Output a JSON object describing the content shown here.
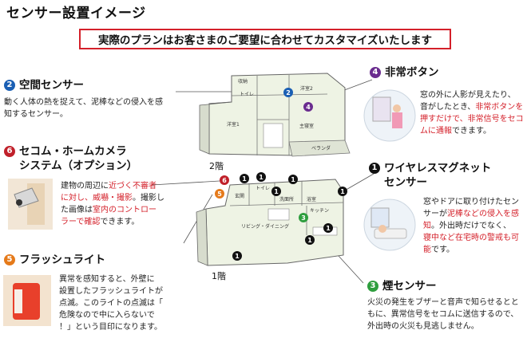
{
  "page_title": "センサー設置イメージ",
  "banner_text": "実際のプランはお客さまのご要望に合わせてカスタマイズいたします",
  "colors": {
    "blue": "#1a5fb4",
    "purple": "#6a2c8f",
    "black": "#111111",
    "green": "#2e9e3e",
    "orange": "#e57a1a",
    "red": "#c0202a",
    "accent_text": "#d4202a"
  },
  "sensors": {
    "s2": {
      "num": "2",
      "title": "空間センサー",
      "desc": [
        "動く人体の熱を捉えて、泥棒などの侵入を感",
        "知するセンサー。"
      ]
    },
    "s6": {
      "num": "6",
      "title_line1": "セコム・ホームカメラ",
      "title_line2": "システム（オプション）",
      "desc": [
        {
          "a": "建物の周辺に",
          "b": "近づく不審者",
          "c": ""
        },
        {
          "a": "",
          "b": "に対し、威嚇・撮影",
          "c": "。撮影し"
        },
        {
          "a": "た画像は",
          "b": "室内のコントロー",
          "c": ""
        },
        {
          "a": "",
          "b": "ラーで確認",
          "c": "できます。"
        }
      ]
    },
    "s5": {
      "num": "5",
      "title": "フラッシュライト",
      "desc": [
        "異常を感知すると、外壁に",
        "設置したフラッシュライトが",
        "点滅。このライトの点滅は「",
        "危険なので中に入らないで",
        "！」という目印になります。"
      ]
    },
    "s4": {
      "num": "4",
      "title": "非常ボタン",
      "desc": [
        {
          "a": "窓の外に人影が見えたり、",
          "b": "",
          "c": ""
        },
        {
          "a": "音がしたとき、",
          "b": "非常ボタンを",
          "c": ""
        },
        {
          "a": "",
          "b": "押すだけで、非常信号をセコ",
          "c": ""
        },
        {
          "a": "",
          "b": "ムに通報",
          "c": "できます。"
        }
      ]
    },
    "s1": {
      "num": "1",
      "title_line1": "ワイヤレスマグネット",
      "title_line2": "センサー",
      "desc": [
        {
          "a": "窓やドアに取り付けたセン",
          "b": "",
          "c": ""
        },
        {
          "a": "サーが",
          "b": "泥棒などの侵入を感",
          "c": ""
        },
        {
          "a": "",
          "b": "知",
          "c": "。外出時だけでなく、"
        },
        {
          "a": "",
          "b": "寝中など在宅時の警戒も可",
          "c": ""
        },
        {
          "a": "",
          "b": "能",
          "c": "です。"
        }
      ]
    },
    "s3": {
      "num": "3",
      "title": "煙センサー",
      "desc": [
        "火災の発生をブザーと音声で知らせるとと",
        "もに、異常信号をセコムに送信するので、",
        "外出時の火災も見逃しません。"
      ]
    }
  },
  "floor2": {
    "label": "2階",
    "rooms": {
      "closet": "収納",
      "toilet": "トイレ",
      "western2": "洋室2",
      "western1": "洋室1",
      "master": "主寝室",
      "veranda": "ベランダ"
    }
  },
  "floor1": {
    "label": "1階",
    "rooms": {
      "entrance": "玄関",
      "toilet": "トイレ",
      "washroom": "洗面所",
      "bath": "浴室",
      "kitchen": "キッチン",
      "living": "リビング・ダイニング"
    }
  },
  "icons": {
    "s2": "motion-sensor-icon",
    "s6": "camera-illustration-icon",
    "s5": "flashlight-illustration-icon",
    "s4": "panic-button-illustration-icon",
    "s1": "window-sensor-illustration-icon",
    "s3": "smoke-sensor-icon"
  }
}
